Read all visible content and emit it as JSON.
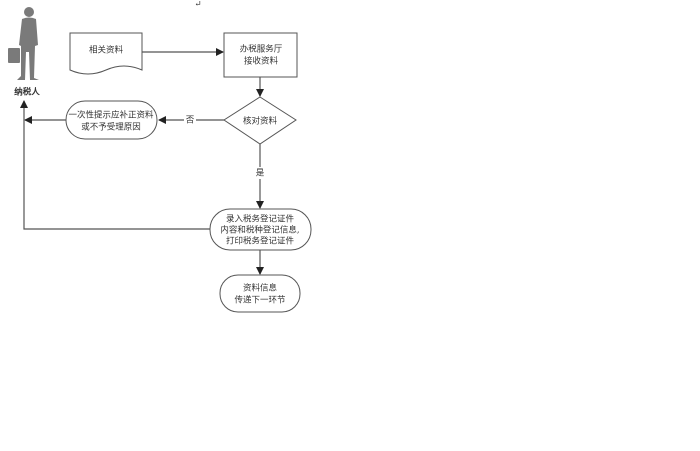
{
  "mark": "↵",
  "actor": {
    "label": "纳税人"
  },
  "nodes": {
    "docs": {
      "label": "相关资料"
    },
    "receive": {
      "lines": [
        "办税服务厅",
        "接收资料"
      ]
    },
    "check": {
      "label": "核对资料"
    },
    "reject": {
      "lines": [
        "一次性提示应补正资料",
        "或不予受理原因"
      ]
    },
    "register": {
      "lines": [
        "录入税务登记证件",
        "内容和税种登记信息,",
        "打印税务登记证件"
      ]
    },
    "forward": {
      "lines": [
        "资料信息",
        "传递下一环节"
      ]
    }
  },
  "edges": {
    "no": "否",
    "yes": "是"
  },
  "colors": {
    "line": "#555555",
    "figure": "#7a7a7a"
  }
}
